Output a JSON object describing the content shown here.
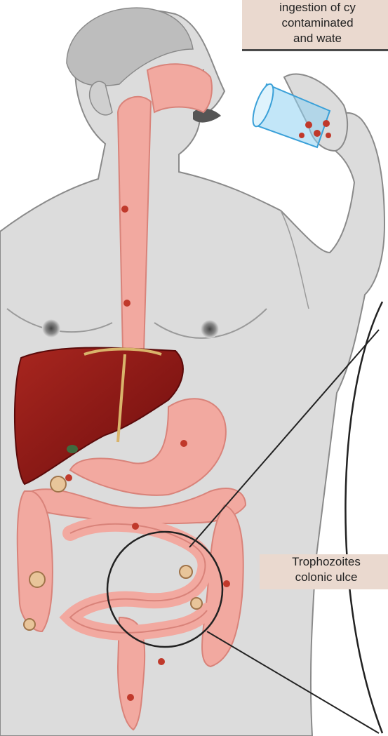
{
  "callouts": {
    "ingestion": {
      "lines": [
        "ingestion of cy",
        "contaminated",
        "and wate"
      ]
    },
    "trophozoites": {
      "lines": [
        "Trophozoites",
        "colonic ulce"
      ]
    }
  },
  "colors": {
    "skin": "#dcdcdc",
    "skin_outline": "#8a8a8a",
    "hair": "#bdbdbd",
    "gi_tract": "#f2a9a0",
    "gi_outline": "#d9837a",
    "liver": "#8e1414",
    "cyst": "#c0392b",
    "label_bg": "#ead9cf",
    "glass": "#8fd1f2"
  }
}
